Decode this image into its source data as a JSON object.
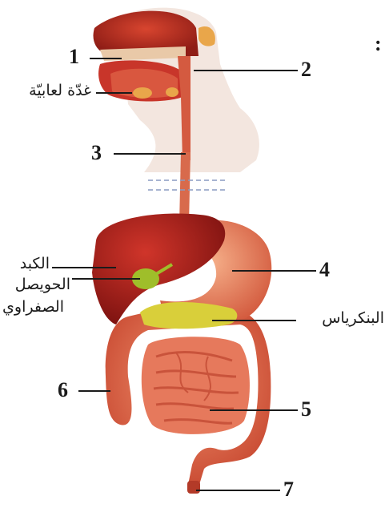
{
  "diagram": {
    "corner_mark": ":",
    "numbers": {
      "n1": "1",
      "n2": "2",
      "n3": "3",
      "n4": "4",
      "n5": "5",
      "n6": "6",
      "n7": "7"
    },
    "labels": {
      "salivary_gland": "غدّة لعابيّة",
      "liver": "الكبد",
      "gallbladder_line1": "الحويصل",
      "gallbladder_line2": "الصفراوي",
      "pancreas": "البنكرياس"
    },
    "colors": {
      "organ_red": "#b3261e",
      "liver_dark": "#8e1512",
      "stomach": "#e8734f",
      "intestine": "#e0664a",
      "pancreas": "#d9cf3a",
      "gallbladder": "#9fbe2a",
      "skin": "#f2e3dc",
      "gland": "#e9a64a"
    }
  }
}
